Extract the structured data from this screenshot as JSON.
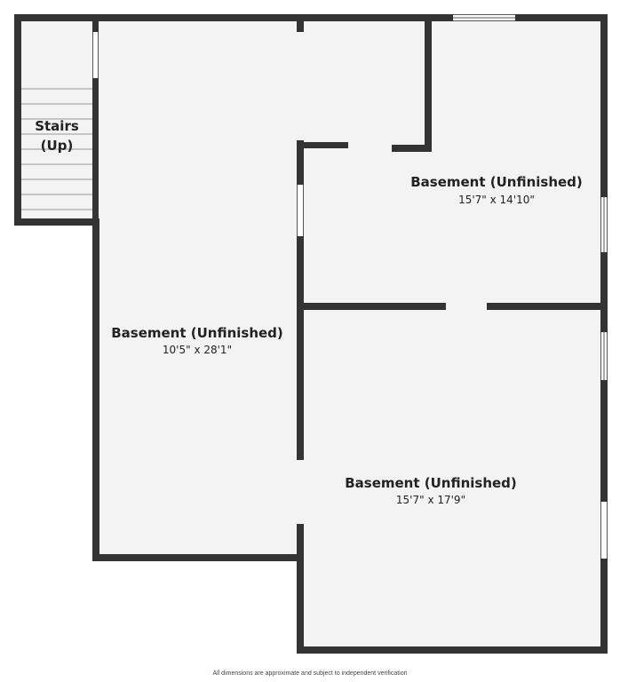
{
  "floor_plan": {
    "rooms": [
      {
        "name": "Basement (Unfinished)",
        "dimensions": "10'5\" x 28'1\""
      },
      {
        "name": "Basement (Unfinished)",
        "dimensions": "15'7\" x 14'10\""
      },
      {
        "name": "Basement (Unfinished)",
        "dimensions": "15'7\" x 17'9\""
      }
    ],
    "stairs": {
      "line1": "Stairs",
      "line2": "(Up)"
    },
    "colors": {
      "wall": "#333333",
      "floor": "#f3f3f3",
      "background": "#ffffff"
    }
  },
  "footer": {
    "disclaimer": "All dimensions are approximate and subject to independent verification"
  }
}
